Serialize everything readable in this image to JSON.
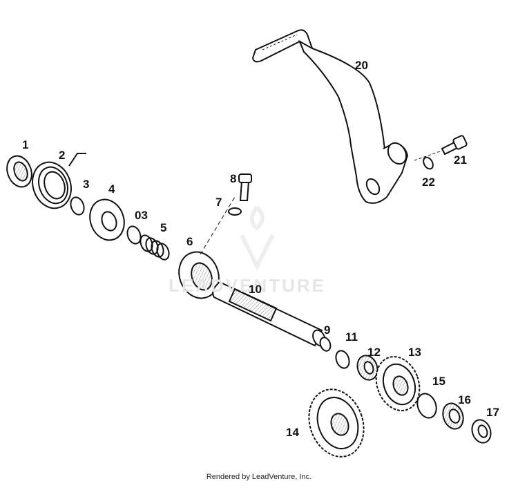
{
  "diagram": {
    "labels": {
      "p1": "1",
      "p2": "2",
      "p3": "3",
      "p4": "4",
      "p03": "03",
      "p5": "5",
      "p6": "6",
      "p7": "7",
      "p8": "8",
      "p9": "9",
      "p10": "10",
      "p11": "11",
      "p12": "12",
      "p13": "13",
      "p14": "14",
      "p15": "15",
      "p16": "16",
      "p17": "17",
      "p20": "20",
      "p21": "21",
      "p22": "22"
    },
    "watermark": "LEADVENTURE",
    "footer": "Rendered by LeadVenture, Inc.",
    "colors": {
      "line": "#111111",
      "fill": "#ffffff",
      "shade": "#cfcfcf",
      "watermark": "#e6e6e6"
    }
  }
}
